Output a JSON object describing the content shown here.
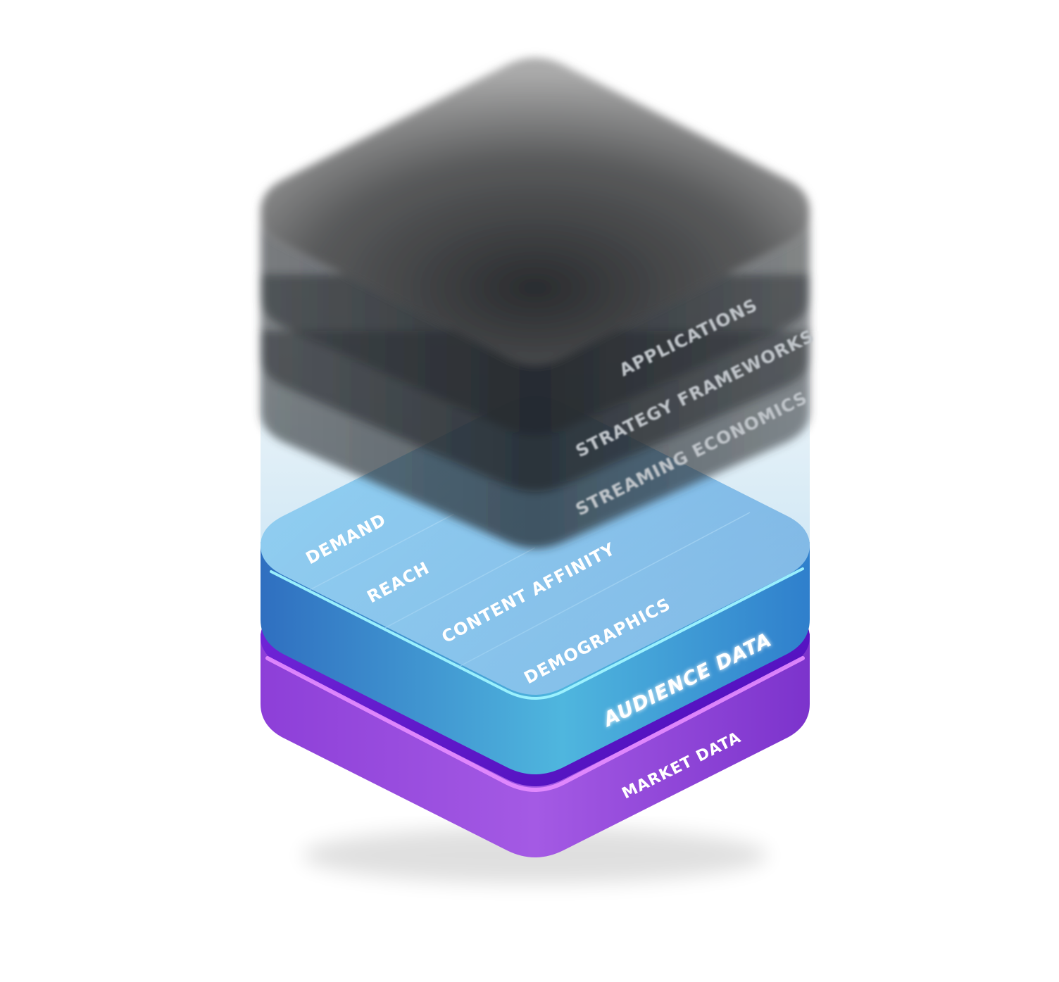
{
  "layers": {
    "applications": {
      "label": "APPLICATIONS"
    },
    "strategy_frameworks": {
      "label": "STRATEGY FRAMEWORKS"
    },
    "streaming_economics": {
      "label": "STREAMING ECONOMICS"
    },
    "audience_data": {
      "label": "AUDIENCE DATA",
      "rows": [
        {
          "label": "DEMAND"
        },
        {
          "label": "REACH"
        },
        {
          "label": "CONTENT AFFINITY"
        },
        {
          "label": "DEMOGRAPHICS"
        }
      ]
    },
    "market_data": {
      "label": "MARKET DATA"
    }
  },
  "colors": {
    "market_top": "#6a1fd0",
    "market_side": "#9b4be0",
    "market_edge": "#e38cff",
    "audience_top": "#3aa4ea",
    "audience_side": "#3b93d4",
    "audience_edge": "#8ef0ff",
    "upper_layer": "#2e3236",
    "upper_top": "#a9a9a9",
    "glass": "#b8d9ec"
  }
}
